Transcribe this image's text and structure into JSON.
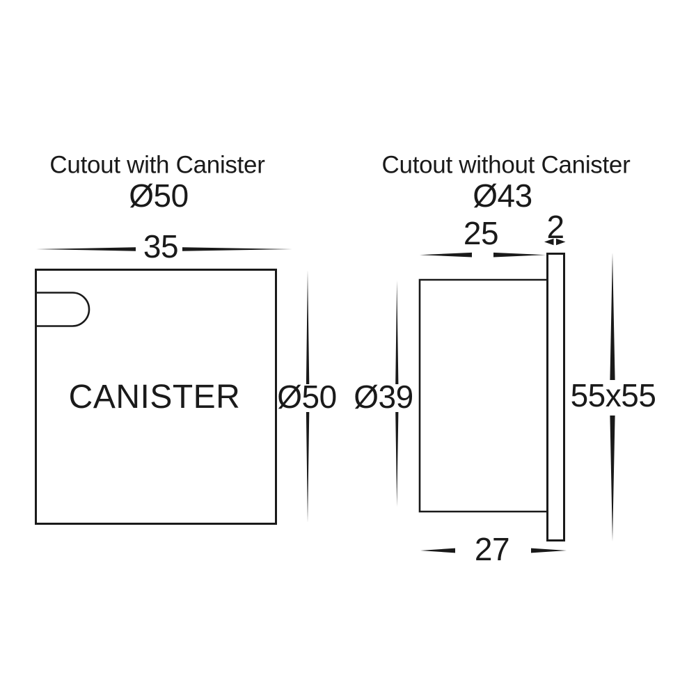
{
  "figure_left": {
    "title": "Cutout with Canister",
    "cutout_diameter": "Ø50",
    "top_width_dim": "35",
    "body_label": "CANISTER",
    "height_diameter_dim": "Ø50"
  },
  "figure_right": {
    "title": "Cutout without Canister",
    "cutout_diameter": "Ø43",
    "depth_dim": "25",
    "flange_thickness_dim": "2",
    "recess_diameter_dim": "Ø39",
    "faceplate_dim": "55x55",
    "bottom_width_dim": "27"
  },
  "icons": {
    "flange_left_arrow": "arrow-left",
    "flange_right_arrow": "arrow-right"
  },
  "colors": {
    "line": "#1a1a1a",
    "background": "#ffffff"
  }
}
